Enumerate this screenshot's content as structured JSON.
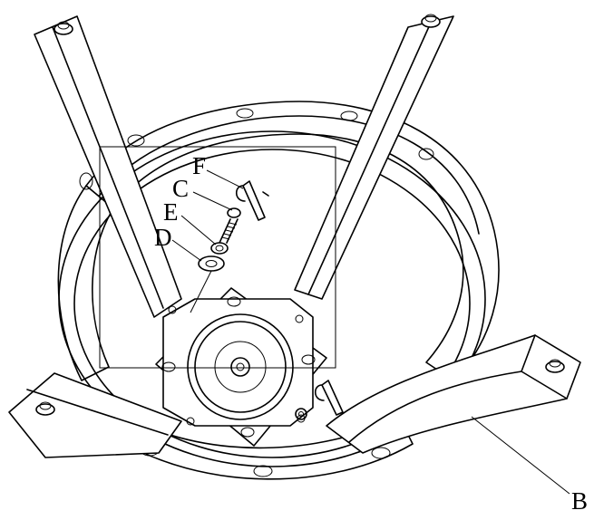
{
  "labels": {
    "F": "F",
    "C": "C",
    "E": "E",
    "D": "D",
    "B": "B"
  }
}
